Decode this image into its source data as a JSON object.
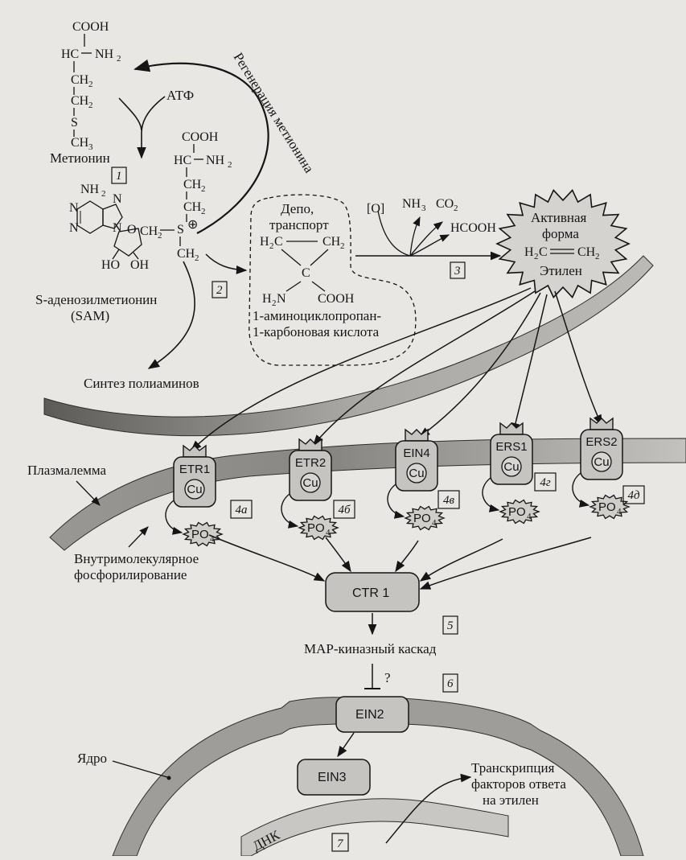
{
  "colors": {
    "background": "#e9e7e3",
    "ink": "#151515",
    "membrane": "#8e8c89",
    "protein": "#c6c4c1",
    "sun": "#d5d3cf"
  },
  "methionine": {
    "cooh": "COOH",
    "hc": "HC",
    "nh2": "NH",
    "ch2_a": "CH",
    "ch2_b": "CH",
    "s": "S",
    "ch3": "CH",
    "name": "Метионин"
  },
  "sam": {
    "nh2": "NH",
    "cooh": "COOH",
    "hc": "HC",
    "nh2_right": "NH",
    "ch2_a": "CH",
    "ch2_b": "CH",
    "ch2_c": "CH",
    "ch2_d": "CH",
    "s_plus": "S",
    "plus": "⊕",
    "ho": "HO",
    "oh": "OH",
    "o_ring": "O",
    "n_ring": "N",
    "name_line1": "S-аденозилметионин",
    "name_line2": "(SAM)"
  },
  "sub2": "2",
  "sub3": "3",
  "sub4": "4",
  "atp": "АТФ",
  "regeneration": "Регенерация метионина",
  "polyamines": "Синтез полиаминов",
  "depot": {
    "title_line1": "Депо,",
    "title_line2": "транспорт",
    "h2c": "H",
    "ch2": "CH",
    "c": "C",
    "h2n": "H",
    "n": "N",
    "cooh": "COOH",
    "name_line1": "1-аминоциклопропан-",
    "name_line2": "1-карбоновая кислота"
  },
  "oxidation": {
    "o": "[O]",
    "nh3": "NH",
    "co2": "CO",
    "hcooh": "HCOOH"
  },
  "ethylene": {
    "line1": "Активная",
    "line2": "форма",
    "formula_h2c": "H",
    "formula_c": "C",
    "formula_ch2": "CH",
    "name": "Этилен"
  },
  "steps": {
    "s1": "1",
    "s2": "2",
    "s3": "3",
    "s4a": "4а",
    "s4b": "4б",
    "s4v": "4в",
    "s4g": "4г",
    "s4d": "4д",
    "s5": "5",
    "s6": "6",
    "s7": "7"
  },
  "receptors": [
    {
      "name": "ETR1",
      "cu": "Cu",
      "po4": "PO"
    },
    {
      "name": "ETR2",
      "cu": "Cu",
      "po4": "PO"
    },
    {
      "name": "EIN4",
      "cu": "Cu",
      "po4": "PO"
    },
    {
      "name": "ERS1",
      "cu": "Cu",
      "po4": "PO"
    },
    {
      "name": "ERS2",
      "cu": "Cu",
      "po4": "PO"
    }
  ],
  "plasmalemma": "Плазмалемма",
  "intramolecular_line1": "Внутримолекулярное",
  "intramolecular_line2": "фосфорилирование",
  "ctr1": "CTR 1",
  "map_cascade": "МАР-киназный каскад",
  "question": "?",
  "ein2": "EIN2",
  "ein3": "EIN3",
  "nucleus": "Ядро",
  "dna": "ДНК",
  "transcription_line1": "Транскрипция",
  "transcription_line2": "факторов ответа",
  "transcription_line3": "на этилен"
}
